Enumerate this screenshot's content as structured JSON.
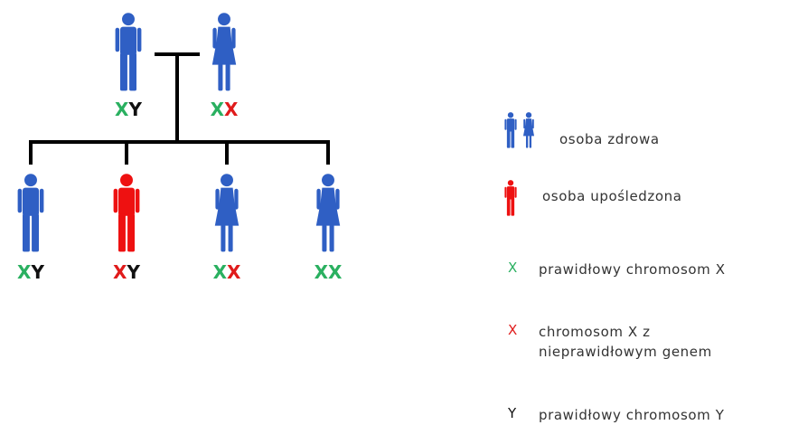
{
  "colors": {
    "healthy": "#2f5fc4",
    "affected": "#ee1111",
    "normal_chromosome": "#2ab060",
    "defective_chromosome": "#e01b1b",
    "y_chromosome": "#111111",
    "lines": "#000000"
  },
  "parents": [
    {
      "id": "father",
      "sex": "male",
      "status": "healthy",
      "chromosomes": [
        {
          "letter": "X",
          "type": "normal"
        },
        {
          "letter": "Y",
          "type": "y"
        }
      ]
    },
    {
      "id": "mother",
      "sex": "female",
      "status": "healthy",
      "chromosomes": [
        {
          "letter": "X",
          "type": "normal"
        },
        {
          "letter": "X",
          "type": "defective"
        }
      ]
    }
  ],
  "children": [
    {
      "id": "son-1",
      "sex": "male",
      "status": "healthy",
      "chromosomes": [
        {
          "letter": "X",
          "type": "normal"
        },
        {
          "letter": "Y",
          "type": "y"
        }
      ]
    },
    {
      "id": "son-2",
      "sex": "male",
      "status": "affected",
      "chromosomes": [
        {
          "letter": "X",
          "type": "defective"
        },
        {
          "letter": "Y",
          "type": "y"
        }
      ]
    },
    {
      "id": "daughter-1",
      "sex": "female",
      "status": "healthy",
      "chromosomes": [
        {
          "letter": "X",
          "type": "normal"
        },
        {
          "letter": "X",
          "type": "defective"
        }
      ]
    },
    {
      "id": "daughter-2",
      "sex": "female",
      "status": "healthy",
      "chromosomes": [
        {
          "letter": "X",
          "type": "normal"
        },
        {
          "letter": "X",
          "type": "normal"
        }
      ]
    }
  ],
  "legend": {
    "healthy": "osoba zdrowa",
    "affected": "osoba upośledzona",
    "normal_x_symbol": "X",
    "normal_x": "prawidłowy chromosom X",
    "defective_x_symbol": "X",
    "defective_x_line1": "chromosom X z",
    "defective_x_line2": "nieprawidłowym genem",
    "y_symbol": "Y",
    "y": "prawidłowy chromosom Y"
  }
}
